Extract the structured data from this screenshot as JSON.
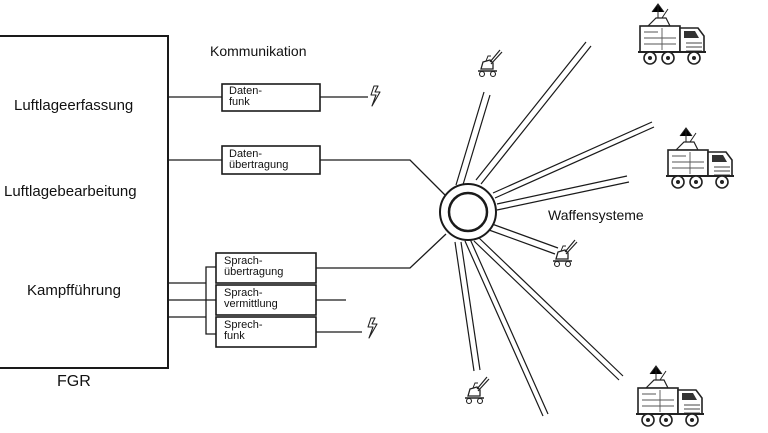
{
  "fgr": {
    "title": "FGR",
    "items": [
      "Luftlageerfassung",
      "Luftlagebearbeitung",
      "Kampfführung"
    ]
  },
  "kommunikation": {
    "heading": "Kommunikation",
    "boxes": [
      {
        "line1": "Daten-",
        "line2": "funk"
      },
      {
        "line1": "Daten-",
        "line2": "übertragung"
      },
      {
        "line1": "Sprach-",
        "line2": "übertragung"
      },
      {
        "line1": "Sprach-",
        "line2": "vermittlung"
      },
      {
        "line1": "Sprech-",
        "line2": "funk"
      }
    ]
  },
  "waffensysteme": {
    "label": "Waffensysteme"
  },
  "icons": [
    "lightning-icon",
    "anti-aircraft-gun-icon",
    "weapon-truck-icon",
    "hub-ring-icon"
  ],
  "colors": {
    "line": "#1a1a1a",
    "background": "#ffffff"
  }
}
